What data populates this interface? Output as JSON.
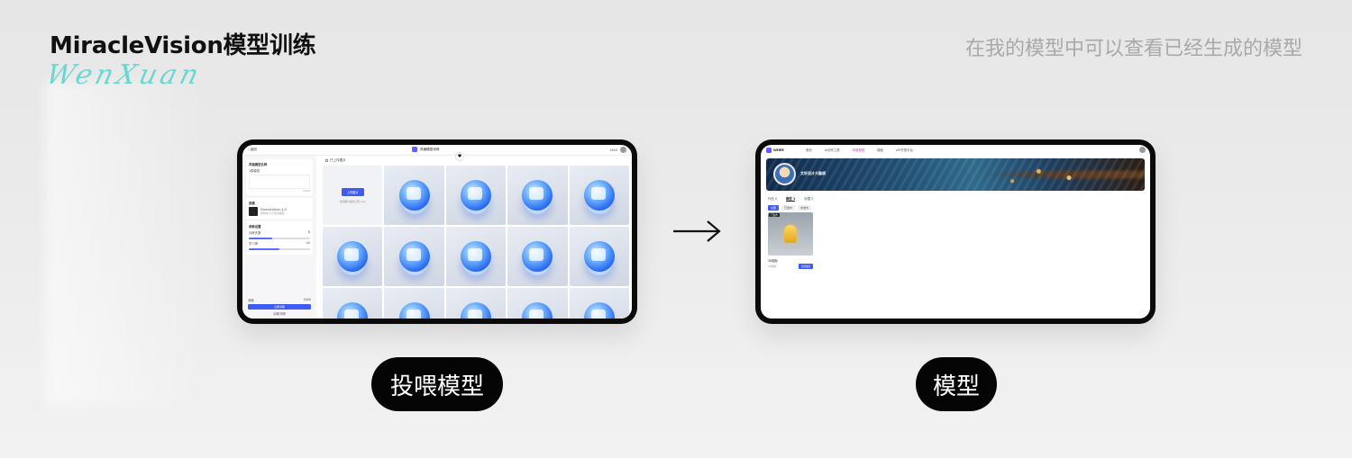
{
  "header": {
    "title": "MiracleVision模型训练",
    "signature": "WenXuan",
    "subtitle": "在我的模型中可以查看已经生成的模型"
  },
  "labels": {
    "left": "投喂模型",
    "right": "模型"
  },
  "screen1": {
    "back": "返回",
    "app_title": "风格模型训练",
    "credits": "1640",
    "left_panel": {
      "section1_title": "风格模型名称",
      "section1_field": "1模模型",
      "counter": "0/200",
      "section2_title": "底模",
      "model_name": "MiracleVision 4.0",
      "model_desc": "通用MV 4.0系列模型",
      "section3_title": "参数设置",
      "param1": "训练步数",
      "param1_value": "8",
      "param2": "学习率",
      "param2_value": "40",
      "gen_label": "消耗",
      "gen_cost": "1640",
      "gen_button": "立即训练",
      "gen_sub": "训练详情"
    },
    "main": {
      "section_title": "已上传图片",
      "upload_button": "上传图片",
      "upload_hint": "支持图片格式上传 (15)"
    },
    "cells": [
      {
        "type": "upload"
      },
      {
        "type": "icon"
      },
      {
        "type": "icon"
      },
      {
        "type": "icon"
      },
      {
        "type": "icon"
      },
      {
        "type": "icon"
      },
      {
        "type": "icon"
      },
      {
        "type": "icon"
      },
      {
        "type": "icon"
      },
      {
        "type": "icon"
      },
      {
        "type": "icon"
      },
      {
        "type": "icon"
      },
      {
        "type": "icon"
      },
      {
        "type": "icon"
      },
      {
        "type": "icon"
      }
    ]
  },
  "screen2": {
    "brand": "WHEE",
    "nav": [
      "首页",
      "AI创作工具",
      "风格模型",
      "模板",
      "API开放平台"
    ],
    "active_nav_index": 2,
    "username": "文轩设计大脑袋",
    "tabs": [
      "作品 0",
      "模型 1",
      "收藏 0"
    ],
    "active_tab_index": 1,
    "filters": [
      "全部",
      "已发布",
      "未发布"
    ],
    "active_filter_index": 0,
    "card": {
      "tag": "已发布",
      "name": "3D图标",
      "meta": "3D图标",
      "button": "立即使用"
    }
  },
  "colors": {
    "accent": "#3f5cf2",
    "signature": "#5fd5cf",
    "subtitle": "#a9a9a9",
    "nav_active": "#d23ce8"
  }
}
